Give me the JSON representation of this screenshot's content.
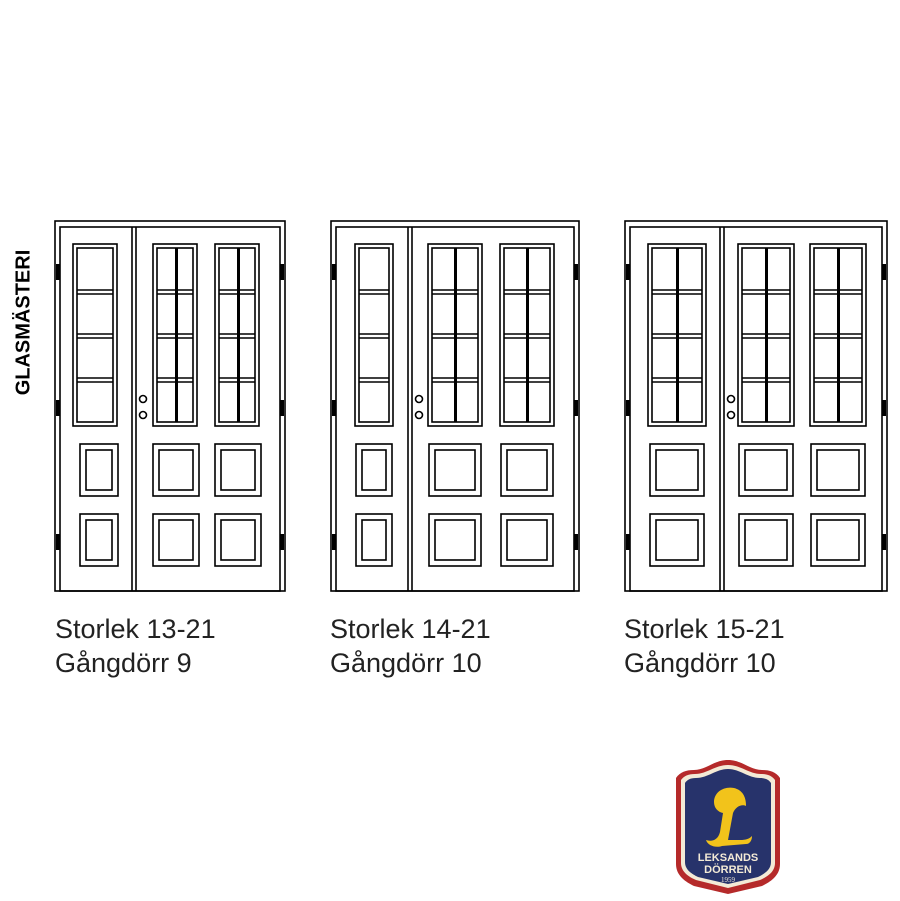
{
  "side_title": "GLASMÄSTERI",
  "doors": [
    {
      "size": "Storlek 13-21",
      "leaf": "Gångdörr 9"
    },
    {
      "size": "Storlek 14-21",
      "leaf": "Gångdörr 10"
    },
    {
      "size": "Storlek 15-21",
      "leaf": "Gångdörr 10"
    }
  ],
  "logo": {
    "letter": "L",
    "line1": "LEKSANDS",
    "line2": "DÖRREN",
    "year": "1959",
    "colors": {
      "navy": "#27336b",
      "red": "#b52a2a",
      "gold": "#f2c31b",
      "cream": "#f3ead6"
    }
  }
}
